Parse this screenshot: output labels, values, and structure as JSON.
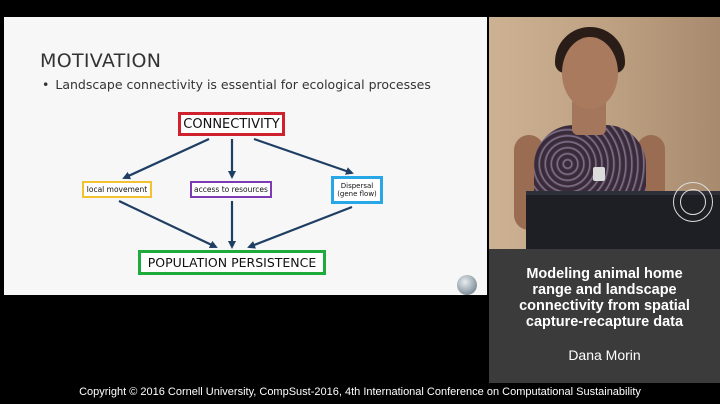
{
  "slide": {
    "title": "MOTIVATION",
    "bullet": "Landscape connectivity is essential for ecological processes",
    "bullet_marker": "•",
    "diagram": {
      "top": "CONNECTIVITY",
      "middle": [
        "local movement",
        "access to resources",
        "Dispersal",
        "(gene flow)"
      ],
      "bottom": "POPULATION PERSISTENCE",
      "colors": {
        "top": "#d0212f",
        "local": "#f2c230",
        "access": "#7d3ab5",
        "dispersal": "#27a7e6",
        "bottom": "#1faa3c",
        "arrows": "#1f3e63"
      }
    }
  },
  "caption": {
    "title_lines": [
      "Modeling animal home",
      "range and landscape",
      "connectivity from spatial",
      "capture-recapture data"
    ],
    "speaker": "Dana Morin"
  },
  "footer": {
    "copyright": "Copyright © 2016 Cornell University, CompSust-2016, 4th International Conference on Computational Sustainability"
  }
}
